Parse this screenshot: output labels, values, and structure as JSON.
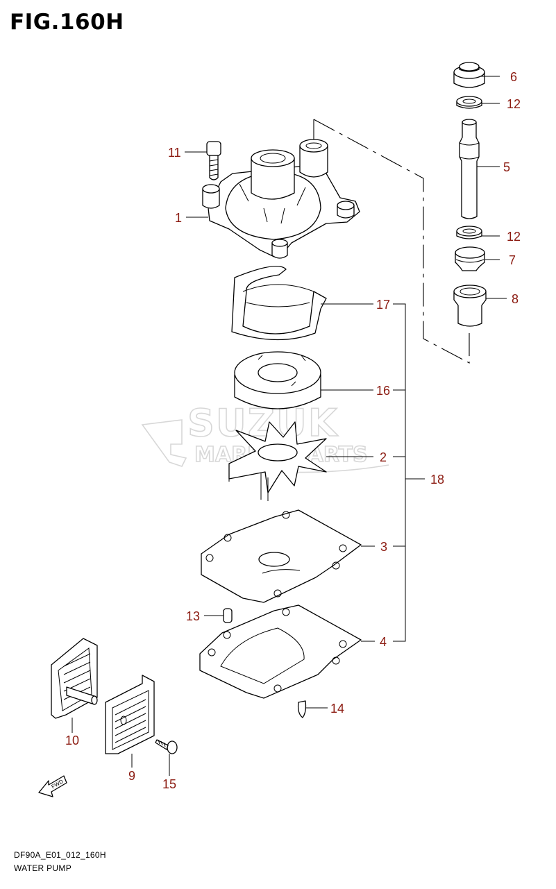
{
  "title": "FIG.160H",
  "footer": {
    "model_code": "DF90A_E01_012_160H",
    "caption": "WATER PUMP"
  },
  "watermark": {
    "line1": "SUZUK",
    "line2": "MARINE PARTS"
  },
  "callouts": {
    "p1": "1",
    "p2": "2",
    "p3": "3",
    "p4": "4",
    "p5": "5",
    "p6": "6",
    "p7": "7",
    "p8": "8",
    "p9": "9",
    "p10": "10",
    "p11": "11",
    "p12a": "12",
    "p12b": "12",
    "p13": "13",
    "p14": "14",
    "p15": "15",
    "p16": "16",
    "p17": "17",
    "p18": "18"
  },
  "fwd_label": "FWD",
  "colors": {
    "callout": "#8b1a10",
    "line": "#000000",
    "watermark": "#d3d3d3"
  }
}
